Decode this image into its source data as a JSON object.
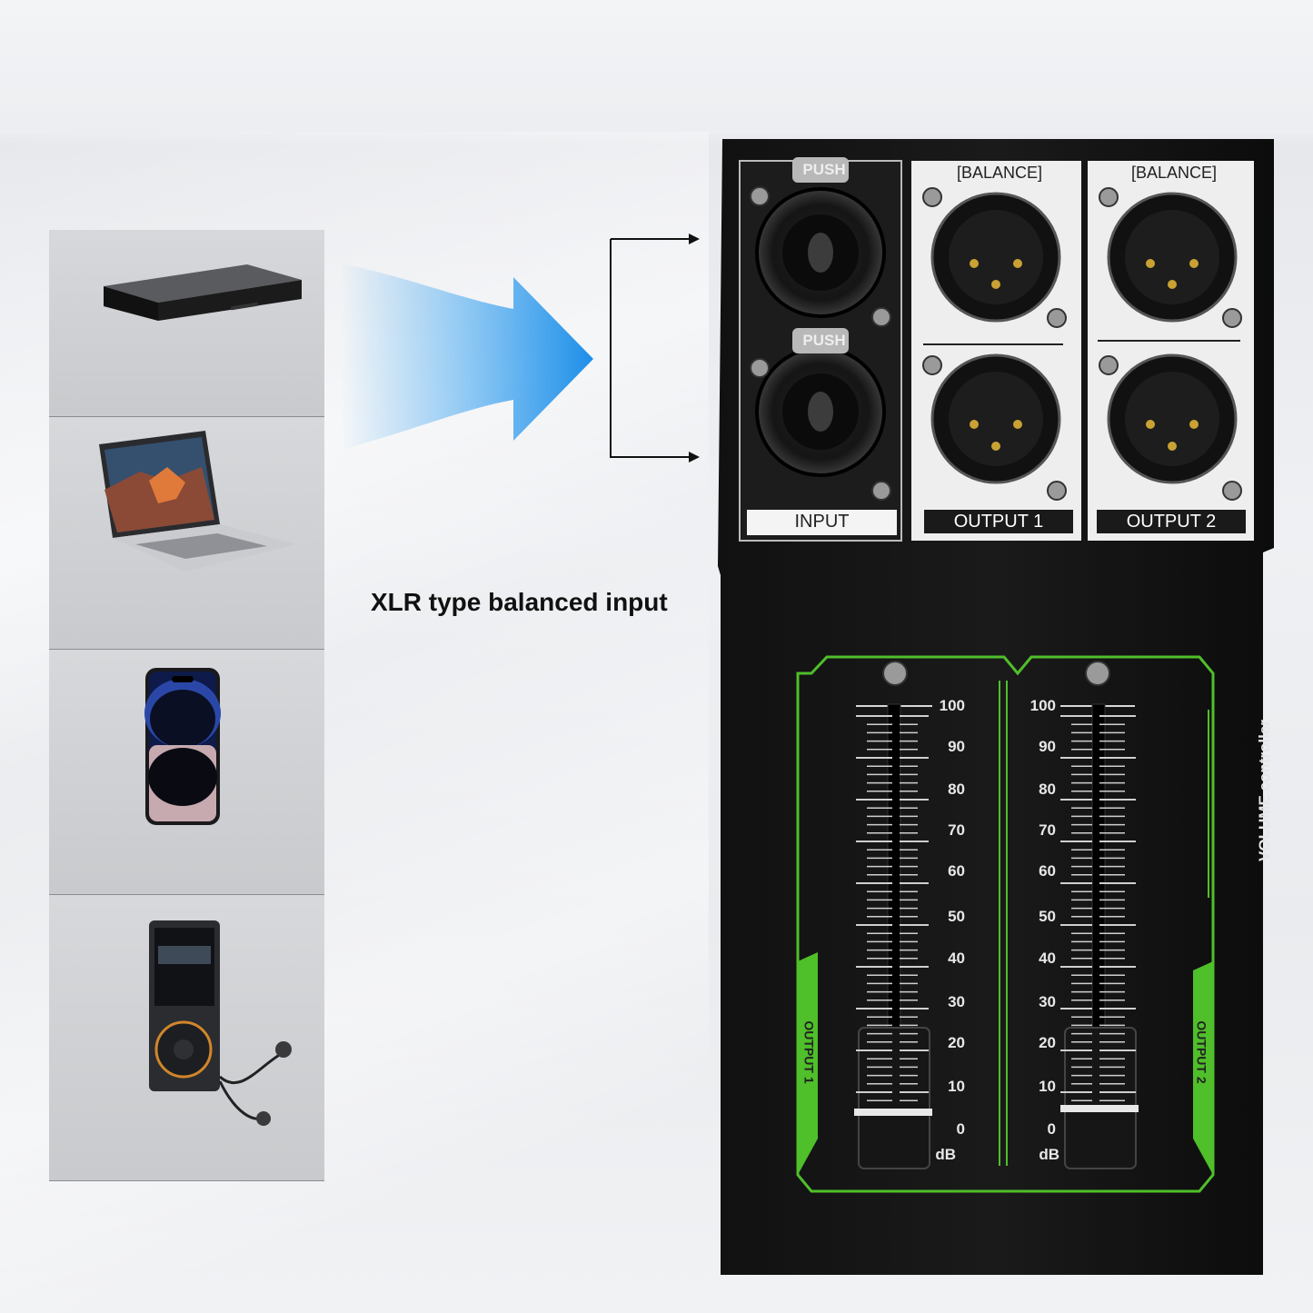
{
  "caption": "XLR type balanced input",
  "devices": [
    {
      "icon": "blu-ray-player-icon"
    },
    {
      "icon": "laptop-icon"
    },
    {
      "icon": "smartphone-icon"
    },
    {
      "icon": "mp3-player-icon"
    }
  ],
  "panel": {
    "input_label": "INPUT",
    "output1_label": "OUTPUT 1",
    "output2_label": "OUTPUT 2",
    "balance_label": "[BALANCE]",
    "push_label": "PUSH",
    "volume_label": "VOLUME controller",
    "side_output1": "OUTPUT 1",
    "side_output2": "OUTPUT 2",
    "scale": [
      "100",
      "90",
      "80",
      "70",
      "60",
      "50",
      "40",
      "30",
      "20",
      "10",
      "0"
    ],
    "unit": "dB"
  },
  "colors": {
    "accent_green": "#4fbf2a",
    "arrow_blue": "#2a9cf0",
    "panel": "#151515"
  }
}
